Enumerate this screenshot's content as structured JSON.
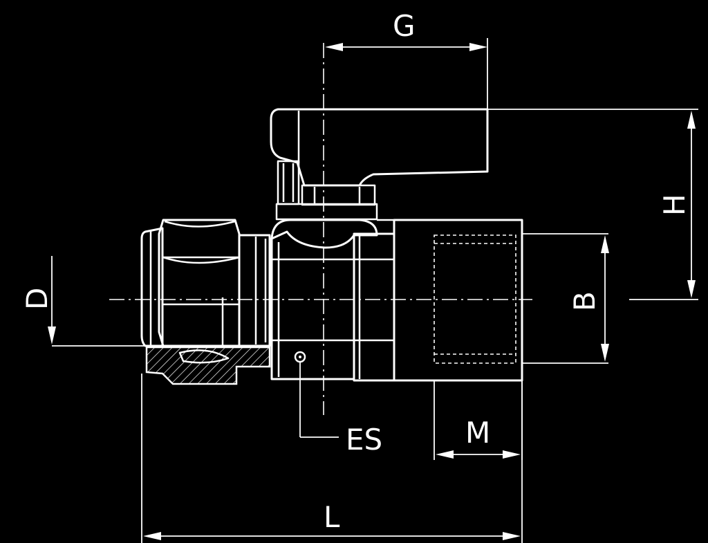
{
  "drawing": {
    "labels": {
      "G": "G",
      "H": "H",
      "D": "D",
      "B": "B",
      "ES": "ES",
      "M": "M",
      "L": "L"
    },
    "colors": {
      "background": "#000000",
      "line": "#ffffff"
    }
  }
}
